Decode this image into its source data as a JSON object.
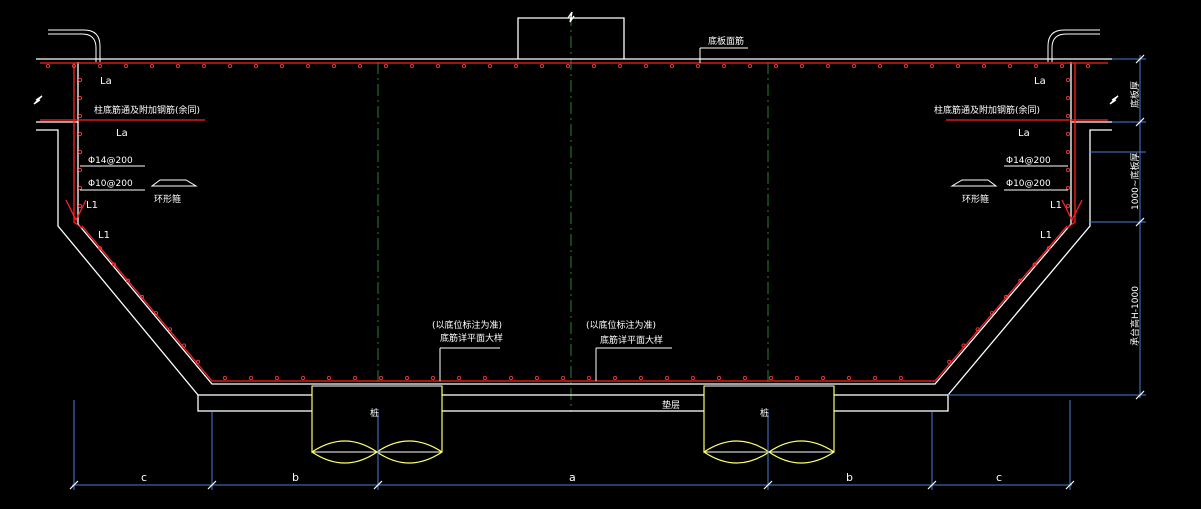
{
  "labels": {
    "floor_slab_reinf": "底板面筋",
    "la_tl": "La",
    "la_tr": "La",
    "la_ml": "La",
    "la_mr": "La",
    "l1_left_a": "L1",
    "l1_left_b": "L1",
    "l1_right_a": "L1",
    "l1_right_b": "L1",
    "note_left": "柱底筋通及附加钢筋(余同)",
    "note_right": "柱底筋通及附加钢筋(余同)",
    "bar_left_1": "Φ14@200",
    "bar_left_2": "Φ10@200",
    "bar_right_1": "Φ14@200",
    "bar_right_2": "Φ10@200",
    "stirrup_left": "环形箍",
    "stirrup_right": "环形箍",
    "detail_1_line1": "(以底位标注为准)",
    "detail_1_line2": "底筋详平面大样",
    "detail_2_line1": "(以底位标注为准)",
    "detail_2_line2": "底筋详平面大样",
    "pile_left": "桩",
    "pile_right": "桩",
    "cushion": "垫层",
    "side_slab_thick": "底板厚",
    "side_1000": "1000~底板厚",
    "side_cap": "承台高H-1000"
  },
  "dimensions": {
    "c_left": "c",
    "b_left": "b",
    "a": "a",
    "b_right": "b",
    "c_right": "c"
  },
  "colors": {
    "background": "#000000",
    "outline": "#ffffff",
    "rebar": "#ff2020",
    "pile_fill": "#ffff66",
    "dim_line": "#4a7bd8",
    "centerline": "#3a8a3a"
  }
}
